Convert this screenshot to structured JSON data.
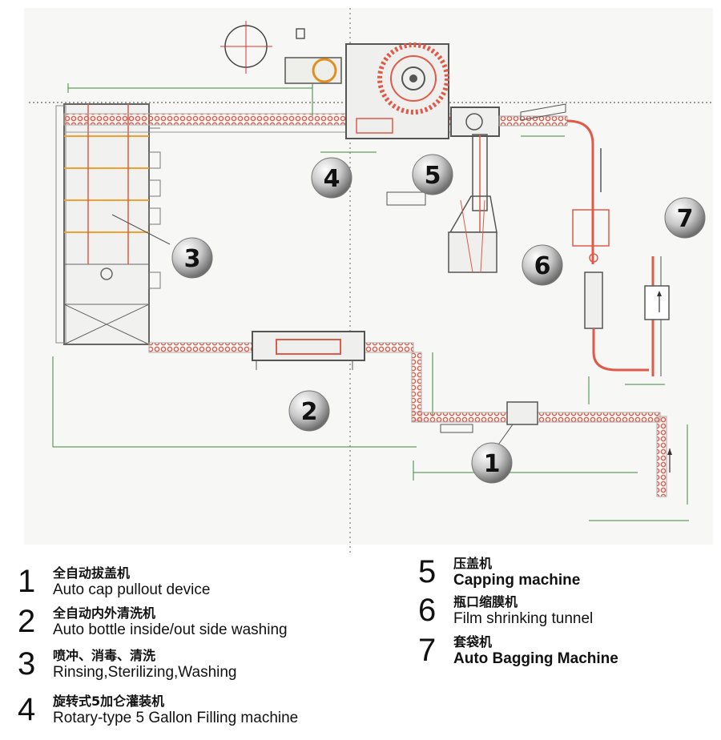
{
  "stations": [
    {
      "num": "1",
      "cn": "全自动拔盖机",
      "en": "Auto cap pullout device"
    },
    {
      "num": "2",
      "cn": "全自动内外清洗机",
      "en": "Auto bottle inside/out side washing"
    },
    {
      "num": "3",
      "cn": "喷冲、消毒、清洗",
      "en": "Rinsing,Sterilizing,Washing"
    },
    {
      "num": "4",
      "cn": "旋转式5加仑灌装机",
      "en": "Rotary-type 5 Gallon Filling machine"
    },
    {
      "num": "5",
      "cn": "压盖机",
      "en": "Capping machine"
    },
    {
      "num": "6",
      "cn": "瓶口缩膜机",
      "en": "Film shrinking tunnel"
    },
    {
      "num": "7",
      "cn": "套袋机",
      "en": "Auto Bagging Machine"
    }
  ],
  "colors": {
    "conveyor": "#e05a4a",
    "frame": "#888888",
    "dimension": "#3d8a3d",
    "orange": "#f0a030",
    "guide": "#e03030"
  }
}
